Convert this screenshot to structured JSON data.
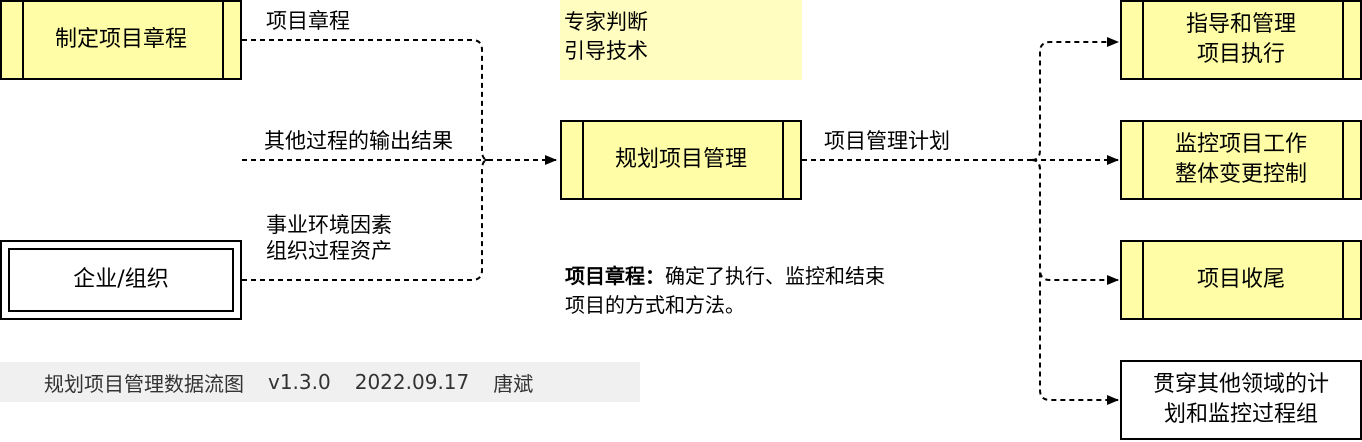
{
  "processes": {
    "charter": "制定项目章程",
    "plan": "规划项目管理",
    "direct": "指导和管理\n项目执行",
    "monitor": "监控项目工作\n整体变更控制",
    "close": "项目收尾",
    "cross": "贯穿其他领域的计\n划和监控过程组"
  },
  "external": {
    "enterprise": "企业/组织"
  },
  "flows": {
    "charter_out": "项目章程",
    "other_outputs": "其他过程的输出结果",
    "env_assets": "事业环境因素\n组织过程资产",
    "plan_out": "项目管理计划"
  },
  "tools": {
    "line1": "专家判断",
    "line2": "引导技术"
  },
  "note": {
    "term": "项目章程：",
    "line1": "确定了执行、监控和结束",
    "line2": "项目的方式和方法。"
  },
  "footer": {
    "title": "规划项目管理数据流图",
    "version": "v1.3.0",
    "date": "2022.09.17",
    "author": "唐斌"
  },
  "colors": {
    "process_fill": "#fffea6",
    "tools_fill": "#fffec0",
    "footer_fill": "#f0f0f0"
  }
}
